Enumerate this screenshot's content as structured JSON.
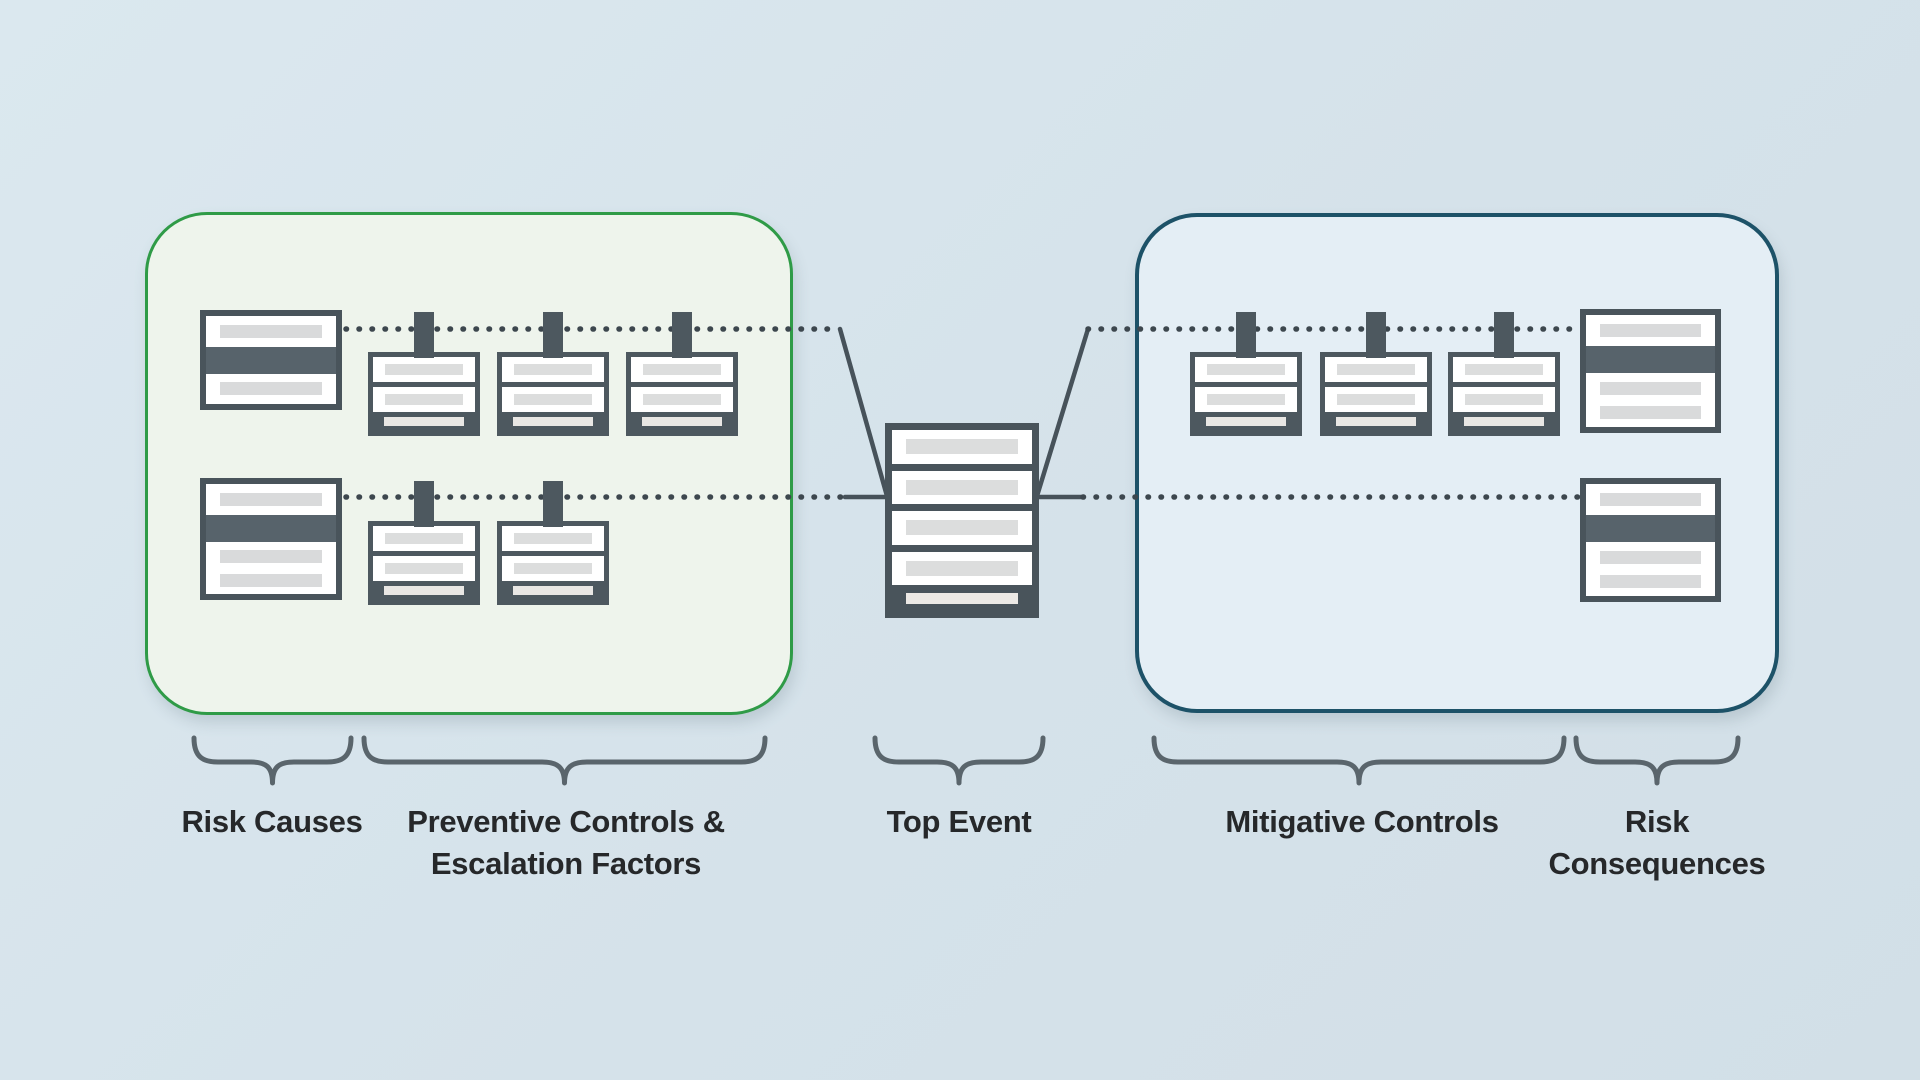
{
  "diagram": {
    "kind": "bowtie-risk-diagram",
    "labels": {
      "risk_causes": [
        "Risk Causes"
      ],
      "preventive_controls": [
        "Preventive Controls &",
        "Escalation Factors"
      ],
      "top_event": [
        "Top Event"
      ],
      "mitigative_controls": [
        "Mitigative Controls"
      ],
      "risk_consequences": [
        "Risk",
        "Consequences"
      ]
    },
    "structure": {
      "cause_boxes": 2,
      "preventive_control_boxes_row1": 3,
      "preventive_control_boxes_row2": 2,
      "top_event_rows": 4,
      "mitigative_control_boxes_row1": 3,
      "mitigative_control_boxes_row2": 0,
      "consequence_boxes": 2
    },
    "colors": {
      "background": "#d5e2ea",
      "causes_panel_fill": "#eef4ec",
      "causes_panel_border": "#2f9b47",
      "consequences_panel_fill": "#e4eef5",
      "consequences_panel_border": "#1d5268",
      "box_dark": "#49545b",
      "box_band": "#57636b",
      "bar_gray": "#d9dadb",
      "dotted_line": "#3d474e",
      "brace": "#5a656c",
      "label_text": "#26282a"
    }
  }
}
